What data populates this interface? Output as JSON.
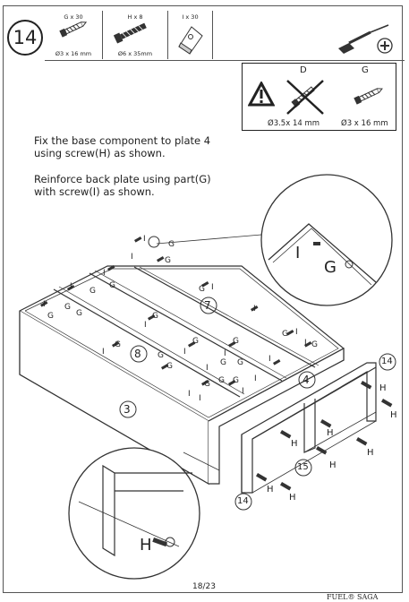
{
  "step": {
    "number": "14"
  },
  "parts": [
    {
      "qty": "G x 30",
      "size": "Ø3 x 16 mm",
      "icon": "wood-screw-icon"
    },
    {
      "qty": "H x 8",
      "size": "Ø6 x 35mm",
      "icon": "bolt-screw-icon"
    },
    {
      "qty": "I x 30",
      "size": "",
      "icon": "angle-bracket-icon"
    }
  ],
  "tool": {
    "icon": "screwdriver-icon"
  },
  "warning": {
    "label_d": "D",
    "label_g": "G",
    "size_d": "Ø3.5x 14 mm",
    "size_g": "Ø3 x 16 mm"
  },
  "instructions": {
    "line1": "Fix the base component to plate 4\nusing screw(H) as shown.",
    "line2": "Reinforce back plate using part(G)\nwith screw(I) as shown."
  },
  "callouts": {
    "panel_3": "3",
    "panel_4": "4",
    "panel_7": "7",
    "panel_8": "8",
    "leg_14a": "14",
    "leg_14b": "14",
    "leg_15": "15",
    "zoom_i": "I",
    "zoom_g": "G",
    "zoom_h": "H"
  },
  "labels": {
    "g": "G",
    "i": "I",
    "h": "H"
  },
  "page": {
    "number": "18/23",
    "footer": "FUEL® SAGA"
  }
}
